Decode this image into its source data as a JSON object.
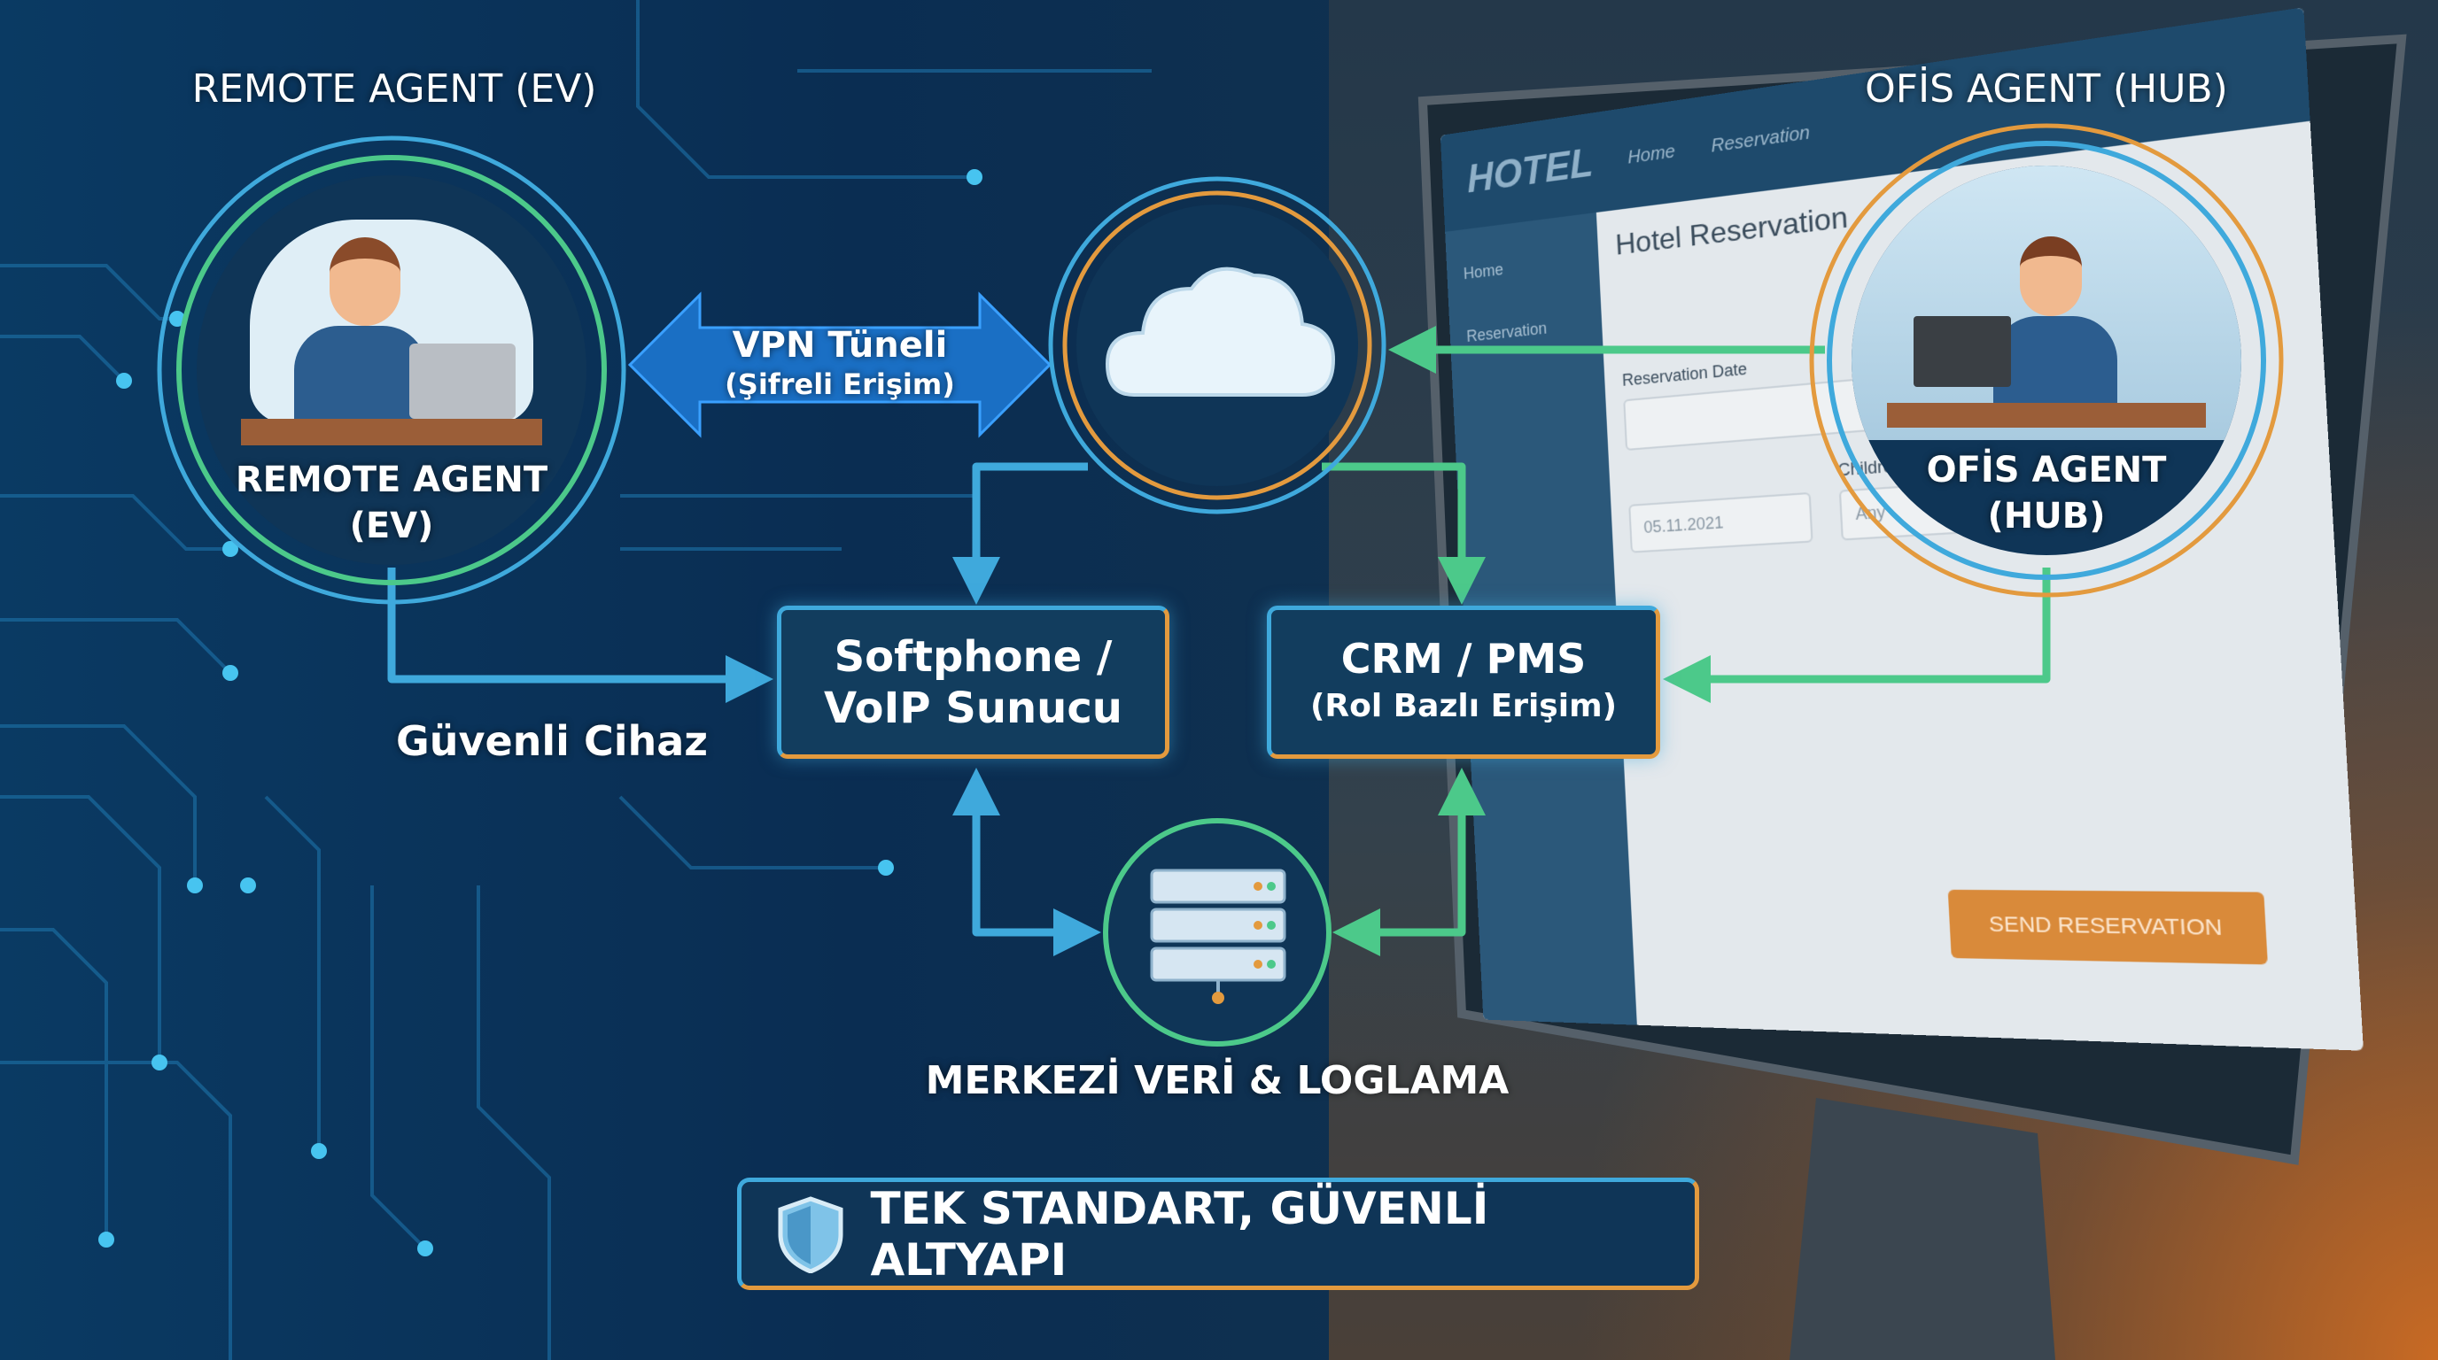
{
  "labels": {
    "remote_top": "REMOTE AGENT (EV)",
    "office_top": "OFİS AGENT (HUB)",
    "remote_circle_line1": "REMOTE AGENT",
    "remote_circle_line2": "(EV)",
    "office_circle_line1": "OFİS AGENT",
    "office_circle_line2": "(HUB)",
    "vpn_line1": "VPN Tüneli",
    "vpn_line2": "(Şifreli Erişim)",
    "secure_device": "Güvenli Cihaz",
    "softphone_line1": "Softphone /",
    "softphone_line2": "VoIP Sunucu",
    "crm_line1": "CRM / PMS",
    "crm_line2": "(Rol Bazlı Erişim)",
    "data_logging": "MERKEZİ VERİ & LOGLAMA",
    "banner": "TEK STANDART, GÜVENLİ ALTYAPI"
  },
  "hotel_ui": {
    "brand": "HOTEL",
    "nav": [
      "Home",
      "Reservation"
    ],
    "side": [
      "Home",
      "Reservation"
    ],
    "title": "Hotel Reservation",
    "reservation_date_label": "Reservation Date",
    "date_value": "05.11.2021",
    "children_label": "Children",
    "children_value": "Any",
    "send_button": "SEND RESERVATION"
  },
  "colors": {
    "blue": "#3fa9dc",
    "green": "#4cc98a",
    "orange": "#e39a3e",
    "navy": "#0a2d52"
  }
}
